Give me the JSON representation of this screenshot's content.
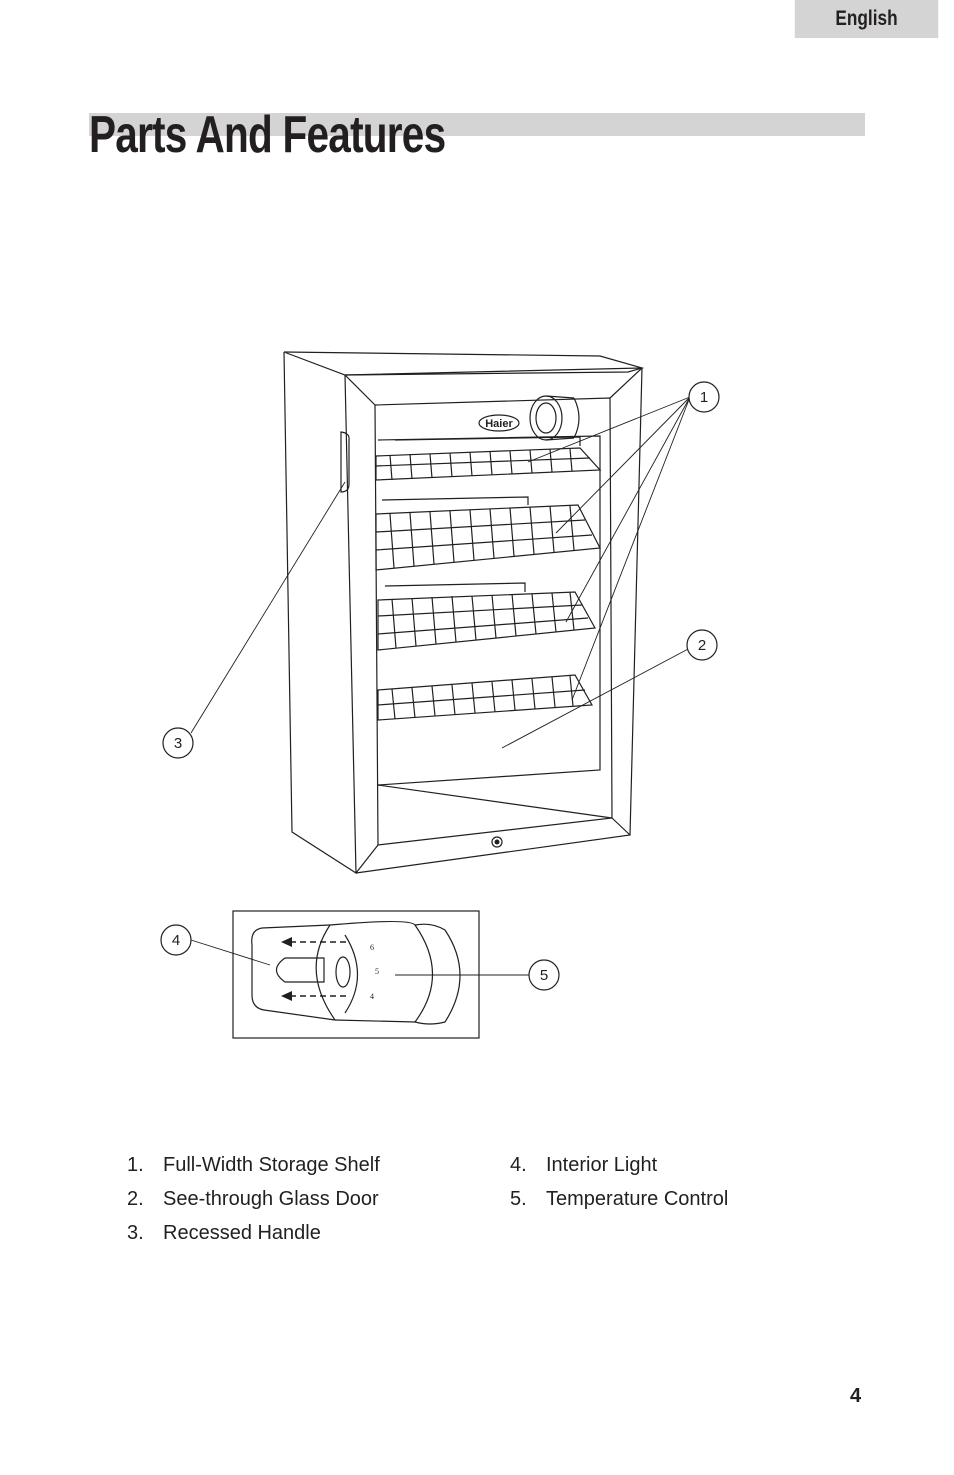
{
  "language_tab": "English",
  "page_title": "Parts And Features",
  "diagram": {
    "brand_logo": "Haier",
    "callouts": [
      "1",
      "2",
      "3",
      "4",
      "5"
    ],
    "dial_marks": [
      "6",
      "5",
      "4"
    ]
  },
  "legend": {
    "left": [
      {
        "num": "1.",
        "label": "Full-Width Storage Shelf"
      },
      {
        "num": "2.",
        "label": "See-through Glass Door"
      },
      {
        "num": "3.",
        "label": "Recessed Handle"
      }
    ],
    "right": [
      {
        "num": "4.",
        "label": "Interior Light"
      },
      {
        "num": "5.",
        "label": "Temperature Control"
      }
    ]
  },
  "page_number": "4"
}
